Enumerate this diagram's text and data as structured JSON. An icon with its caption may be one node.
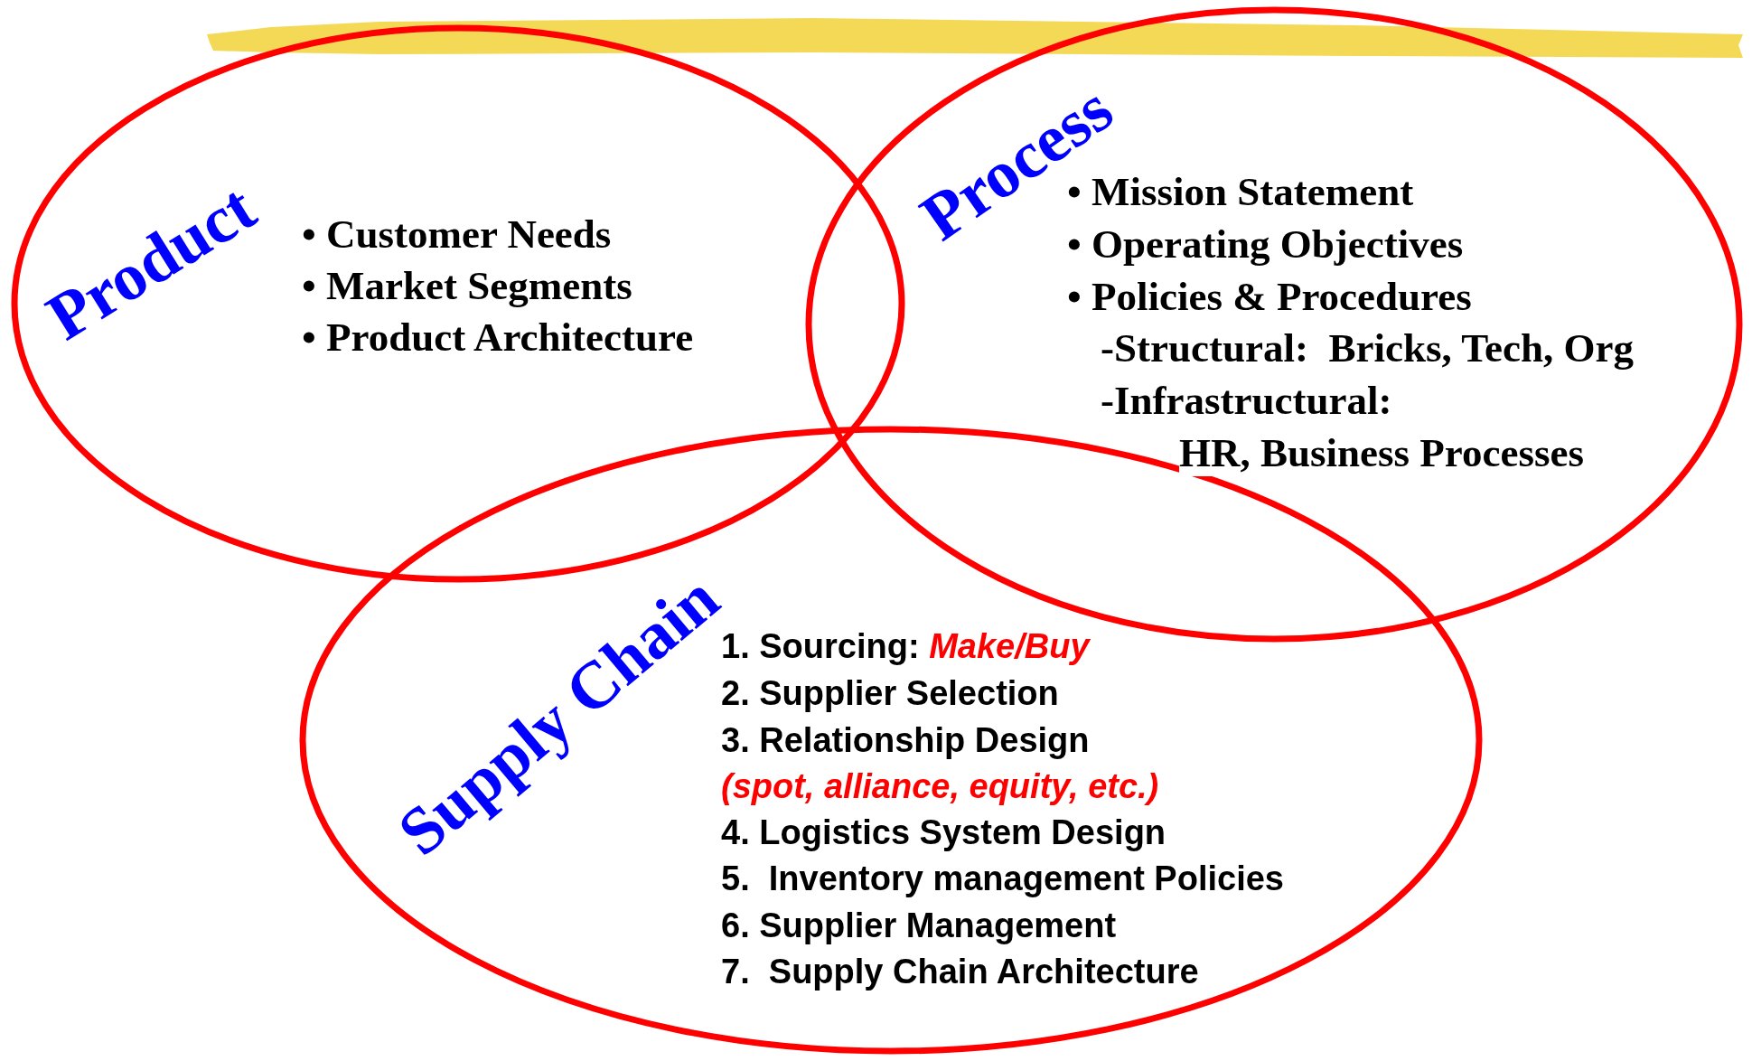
{
  "diagram": {
    "nodes": [
      {
        "text": [
          "Product",
          "• Customer Needs",
          "• Market Segments",
          "• Product Architecture"
        ]
      },
      {
        "text": [
          "Process",
          "• Mission Statement",
          "• Operating Objectives",
          "• Policies & Procedures",
          "-Structural:  Bricks, Tech, Org",
          "-Infrastructural:",
          "HR, Business Processes"
        ]
      },
      {
        "text": [
          "Supply Chain",
          "1. Sourcing: *Make/Buy*",
          "2. Supplier Selection",
          "3. Relationship Design",
          "(spot, alliance, equity, etc.)",
          "4. Logistics System Design",
          "5.  Inventory management Policies",
          "6. Supplier Management",
          "7.  Supply Chain Architecture"
        ]
      }
    ]
  }
}
